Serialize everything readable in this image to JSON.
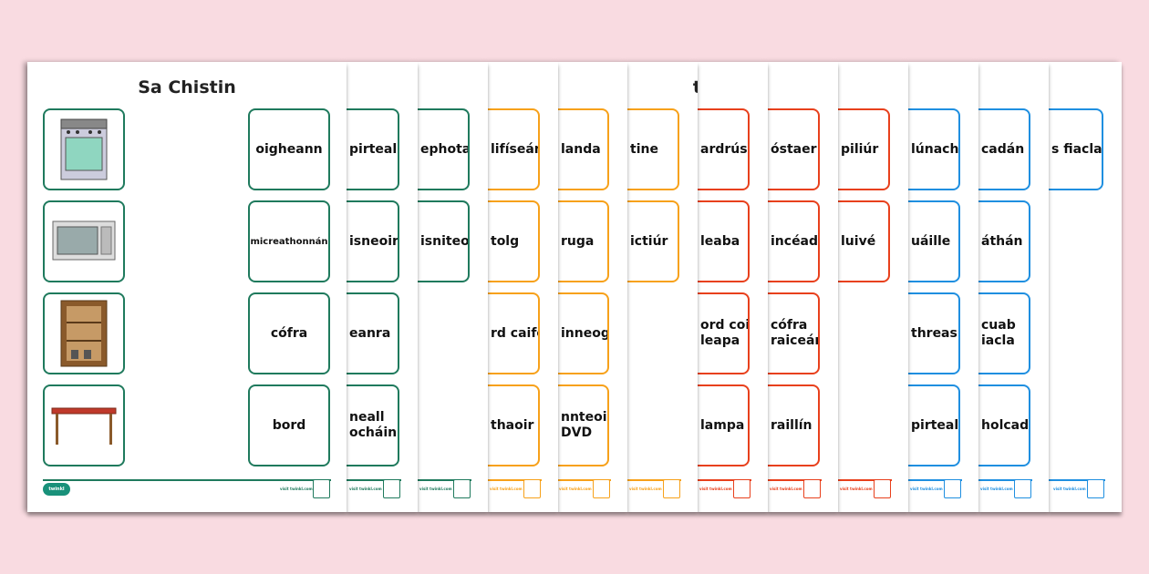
{
  "colors": {
    "green": "#1f7a5d",
    "orange": "#f7a11a",
    "red": "#e8401c",
    "blue": "#1f8fe0",
    "background": "#f9dbe1"
  },
  "first_page": {
    "title": "Sa Chistin",
    "pictures": [
      "oven-picture",
      "microwave-picture",
      "cupboard-picture",
      "table-picture"
    ],
    "words": [
      "oigheann",
      "micreathonnán",
      "cófra",
      "bord"
    ],
    "footer_url": "visit twinkl.com",
    "logo_text": "twinkl"
  },
  "strips": [
    {
      "color": "green",
      "words": [
        "pirteal",
        "isneoir",
        "eanra",
        "neall\nocháin"
      ]
    },
    {
      "color": "green",
      "words": [
        "ephota",
        "isniteoir"
      ]
    },
    {
      "color": "orange",
      "words": [
        "lifíseán",
        "tolg",
        "rd caife",
        "thaoir"
      ]
    },
    {
      "color": "orange",
      "words": [
        "landa",
        "ruga",
        "inneog",
        "nnteoir\nDVD"
      ]
    },
    {
      "color": "orange",
      "words": [
        "tine",
        "ictiúr"
      ],
      "title_fragment": "t"
    },
    {
      "color": "red",
      "words": [
        "ardrús",
        "leaba",
        "ord cois\nleapa",
        "lampa"
      ]
    },
    {
      "color": "red",
      "words": [
        "óstaer",
        "incéad",
        "cófra\nraiceán",
        "raillín"
      ]
    },
    {
      "color": "red",
      "words": [
        "piliúr",
        "luivé"
      ]
    },
    {
      "color": "blue",
      "words": [
        "lúnach",
        "uáille",
        "threas",
        "pirteal"
      ]
    },
    {
      "color": "blue",
      "words": [
        "cadán",
        "áthán",
        "cuab\niacla",
        "holcadán"
      ]
    },
    {
      "color": "blue",
      "words": [
        "s fiacla"
      ]
    }
  ],
  "footer_url": "visit twinkl.com"
}
